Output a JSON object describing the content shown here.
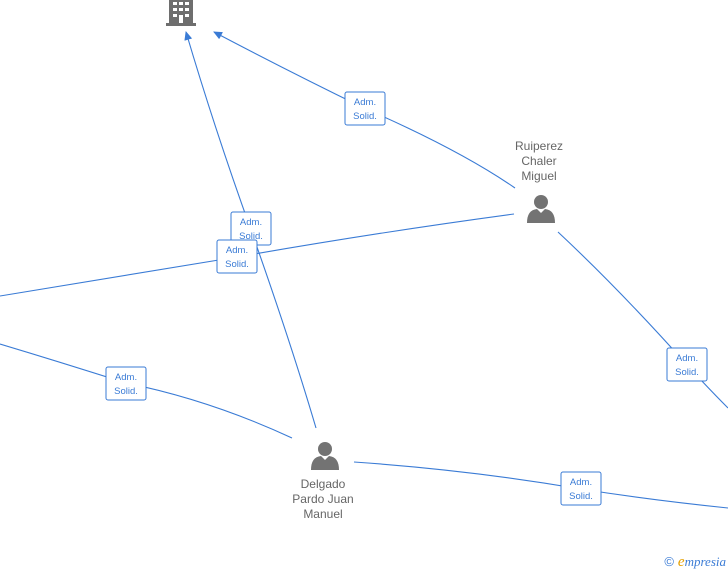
{
  "nodes": {
    "company": {
      "icon": "building-icon"
    },
    "ruiperez": {
      "icon": "person-icon",
      "label_lines": [
        "Ruiperez",
        "Chaler",
        "Miguel"
      ]
    },
    "delgado": {
      "icon": "person-icon",
      "label_lines": [
        "Delgado",
        "Pardo Juan",
        "Manuel"
      ]
    }
  },
  "edge_labels": [
    [
      "Adm.",
      "Solid."
    ],
    [
      "Adm.",
      "Solid."
    ],
    [
      "Adm.",
      "Solid."
    ],
    [
      "Adm.",
      "Solid."
    ],
    [
      "Adm.",
      "Solid."
    ],
    [
      "Adm.",
      "Solid."
    ]
  ],
  "footer": {
    "copyright": "©",
    "brand_initial": "e",
    "brand_rest": "mpresia"
  },
  "colors": {
    "edge": "#3a7bd5",
    "node_icon": "#737373",
    "label_text": "#666666"
  }
}
